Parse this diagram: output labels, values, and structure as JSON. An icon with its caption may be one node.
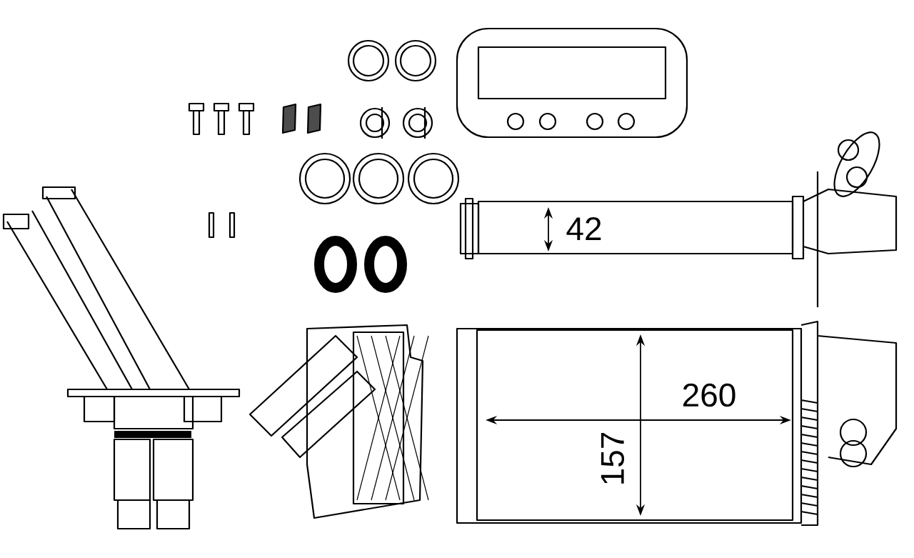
{
  "diagram": {
    "labels": [
      "42",
      "260",
      "157"
    ]
  }
}
